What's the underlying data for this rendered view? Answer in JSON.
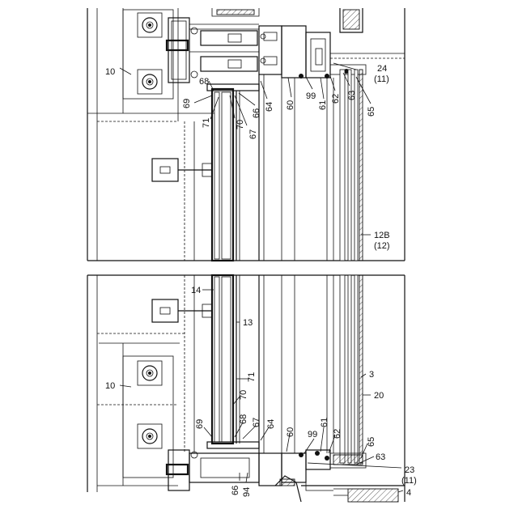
{
  "labels": {
    "l10a": "10",
    "l68a": "68",
    "l69a": "69",
    "l71a": "71",
    "l70a": "70",
    "l67a": "67",
    "l66a": "66",
    "l64a": "64",
    "l60a": "60",
    "l99a": "99",
    "l61a": "61",
    "l62a": "62",
    "l65a": "65",
    "l63a": "63",
    "l24": "24",
    "l11a": "(11)",
    "l12B": "12B",
    "l12": "(12)",
    "l14": "14",
    "l13": "13",
    "l3": "3",
    "l10b": "10",
    "l71b": "71",
    "l70b": "70",
    "l20": "20",
    "l68b": "68",
    "l67b": "67",
    "l64b": "64",
    "l69b": "69",
    "l60b": "60",
    "l99b": "99",
    "l61b": "61",
    "l62b": "62",
    "l65b": "65",
    "l63b": "63",
    "l66b": "66",
    "l94": "94",
    "l23": "23",
    "l11b": "(11)",
    "l4": "4"
  }
}
